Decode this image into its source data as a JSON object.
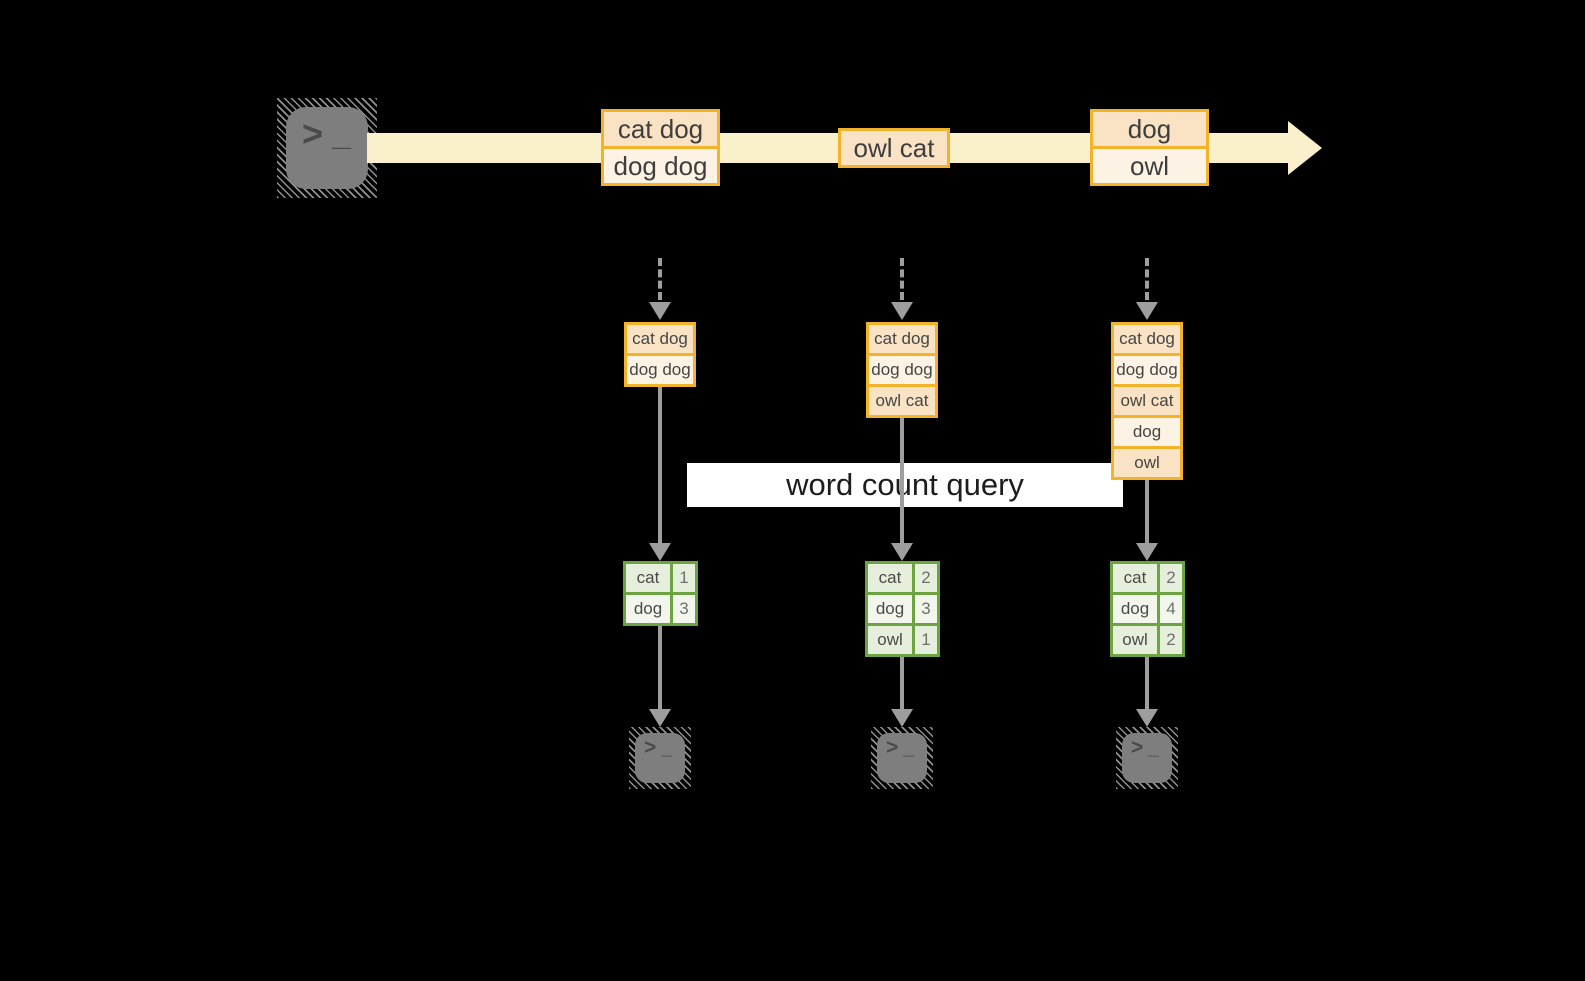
{
  "query_label": "word count query",
  "palette": {
    "background": "#000000",
    "stream_fill": "#FAF0CC",
    "event_border": "#F2B22A",
    "event_cell_dark": "#FAE3C4",
    "event_cell_light": "#FDF3E4",
    "table_border": "#6CA441",
    "table_row_dark": "#E6EEDC",
    "table_row_light": "#F2F6EC",
    "arrow_gray": "#9E9E9E",
    "terminal_gray": "#7E7E7E",
    "label_background": "#FFFFFF"
  },
  "stream": {
    "events": [
      {
        "lines": [
          "cat dog",
          "dog dog"
        ]
      },
      {
        "lines": [
          "owl cat"
        ]
      },
      {
        "lines": [
          "dog",
          "owl"
        ]
      }
    ]
  },
  "columns": [
    {
      "buffer": [
        "cat dog",
        "dog dog"
      ],
      "counts": [
        {
          "word": "cat",
          "count": "1"
        },
        {
          "word": "dog",
          "count": "3"
        }
      ]
    },
    {
      "buffer": [
        "cat dog",
        "dog dog",
        "owl cat"
      ],
      "counts": [
        {
          "word": "cat",
          "count": "2"
        },
        {
          "word": "dog",
          "count": "3"
        },
        {
          "word": "owl",
          "count": "1"
        }
      ]
    },
    {
      "buffer": [
        "cat dog",
        "dog dog",
        "owl cat",
        "dog",
        "owl"
      ],
      "counts": [
        {
          "word": "cat",
          "count": "2"
        },
        {
          "word": "dog",
          "count": "4"
        },
        {
          "word": "owl",
          "count": "2"
        }
      ]
    }
  ],
  "icons": {
    "source": "terminal-prompt-icon",
    "sinks": "terminal-prompt-icon"
  }
}
